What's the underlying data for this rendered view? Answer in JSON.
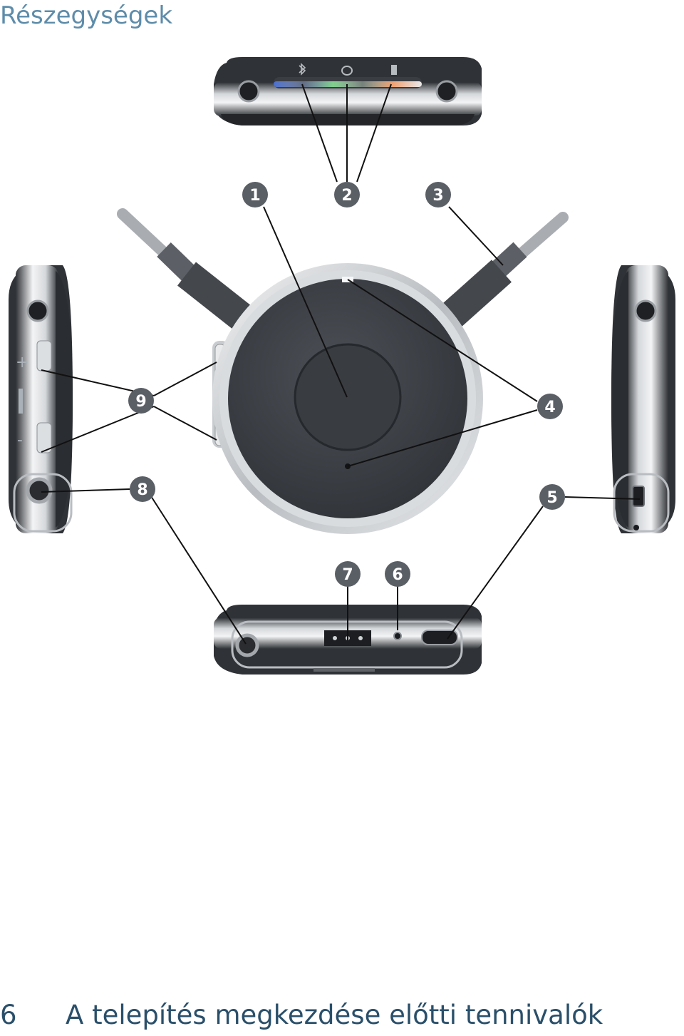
{
  "header": {
    "title": "Részegységek"
  },
  "figure": {
    "callouts": [
      "1",
      "2",
      "3",
      "4",
      "5",
      "6",
      "7",
      "8",
      "9"
    ],
    "volume_symbols": {
      "plus": "+",
      "minus": "-"
    },
    "colors": {
      "callout_fill": "#5a5f66",
      "body_dark": "#3a3e43",
      "bezel_light": "#e4e6e8",
      "bluetooth_led": "#2f6fd6",
      "power_led": "#2fa84a",
      "charge_led": "#e0642a",
      "title_color": "#5e8caa",
      "footer_color": "#2a4f6a"
    },
    "icons": [
      "bluetooth-icon",
      "power-icon",
      "charge-icon"
    ]
  },
  "footer": {
    "page_number": "6",
    "section_title": "A telepítés megkezdése előtti tennivalók"
  }
}
